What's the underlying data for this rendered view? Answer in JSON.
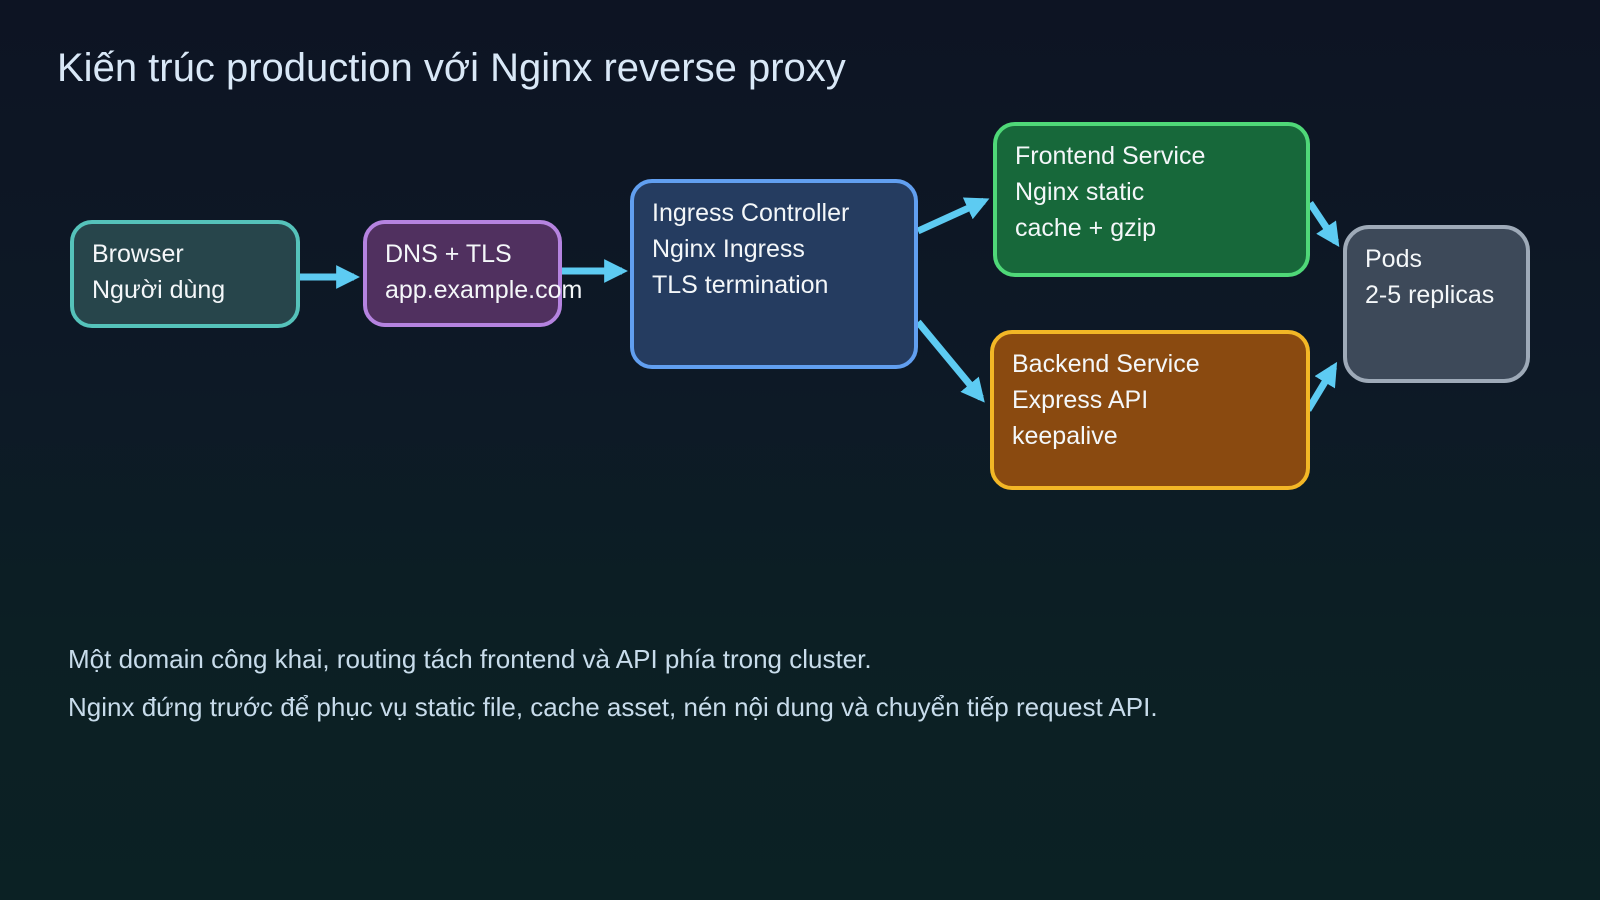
{
  "title": "Kiến trúc production với Nginx reverse proxy",
  "diagram": {
    "nodes": [
      {
        "id": "browser",
        "lines": [
          "Browser",
          "Người dùng"
        ],
        "fill": "#27454b",
        "border": "#55c2ba"
      },
      {
        "id": "dns",
        "lines": [
          "DNS + TLS",
          "app.example.com"
        ],
        "fill": "#50305f",
        "border": "#b583e0"
      },
      {
        "id": "ingress",
        "lines": [
          "Ingress Controller",
          "Nginx Ingress",
          "TLS termination"
        ],
        "fill": "#253c60",
        "border": "#619ff0"
      },
      {
        "id": "frontend",
        "lines": [
          "Frontend Service",
          "Nginx static",
          "cache + gzip"
        ],
        "fill": "#17683a",
        "border": "#4fd878"
      },
      {
        "id": "backend",
        "lines": [
          "Backend Service",
          "Express API",
          "keepalive"
        ],
        "fill": "#8a4a10",
        "border": "#f3b726"
      },
      {
        "id": "pods",
        "lines": [
          "Pods",
          "2-5 replicas"
        ],
        "fill": "#3d4959",
        "border": "#9eaab8"
      }
    ],
    "edges": [
      {
        "from": "browser",
        "to": "dns"
      },
      {
        "from": "dns",
        "to": "ingress"
      },
      {
        "from": "ingress",
        "to": "frontend"
      },
      {
        "from": "ingress",
        "to": "backend"
      },
      {
        "from": "frontend",
        "to": "pods"
      },
      {
        "from": "backend",
        "to": "pods"
      }
    ],
    "arrow_color": "#5dcbf2"
  },
  "notes": [
    "Một domain công khai, routing tách frontend và API phía trong cluster.",
    "Nginx đứng trước để phục vụ static file, cache asset, nén nội dung và chuyển tiếp request API."
  ],
  "colors": {
    "background_top": "#0d1423",
    "background_bottom": "#0b2124",
    "title_text": "#d9e8f7",
    "note_text": "#c8dceb",
    "node_text": "#f4f7f9"
  }
}
